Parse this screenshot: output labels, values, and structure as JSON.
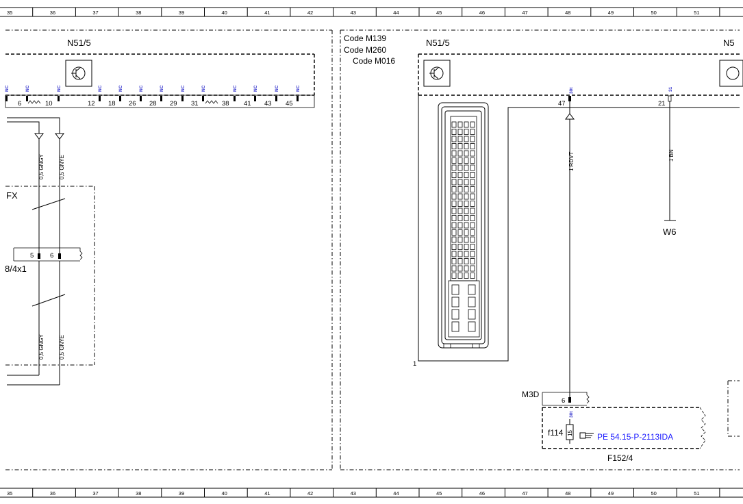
{
  "ruler": {
    "numbers": [
      "35",
      "36",
      "37",
      "38",
      "39",
      "40",
      "41",
      "42",
      "43",
      "44",
      "45",
      "46",
      "47",
      "48",
      "49",
      "50",
      "51"
    ]
  },
  "left_panel": {
    "module_label": "N51/5",
    "nc_text": "NC",
    "pins": [
      "6",
      "10",
      "12",
      "18",
      "26",
      "28",
      "29",
      "31",
      "38",
      "41",
      "43",
      "45"
    ],
    "wire1": "0,5 GNGY",
    "wire2": "0,5 GNYE",
    "wire1_lower": "0,5 GNGY",
    "wire2_lower": "0,5 GNYE",
    "fx_label": "FX",
    "connector_label": "8/4x1",
    "connector_pin1": "5",
    "connector_pin2": "6"
  },
  "right_panel": {
    "codes": [
      "Code M139",
      "Code M260",
      "Code M016"
    ],
    "module_label": "N51/5",
    "module_label_right": "N5",
    "pin_47": "47",
    "pin_47_signal": "30t",
    "pin_21": "21",
    "pin_21_signal": "31",
    "wire_rdvt": "1 RDVT",
    "wire_bn": "1 BN",
    "ground_label": "W6",
    "connector_pin_1": "1",
    "m3d_label": "M3D",
    "m3d_pin": "6",
    "fuse_signal": "30t",
    "fuse_label": "f114",
    "fuse_value": "15",
    "reference": "PE 54.15-P-2113IDA",
    "fusebox_label": "F152/4"
  },
  "colors": {
    "line": "#000000",
    "nc_text": "#3333cc",
    "reference_link": "#1a1aff"
  },
  "icons": [
    "transistor-icon",
    "pointing-hand-icon",
    "ground-icon"
  ]
}
